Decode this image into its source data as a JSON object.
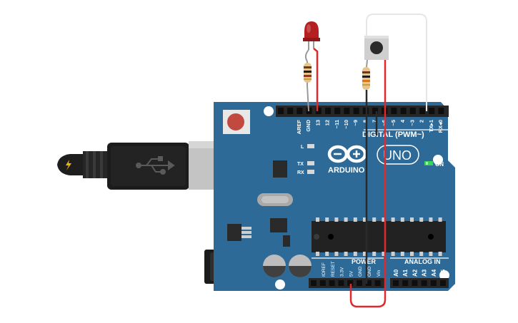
{
  "board": {
    "brand": "ARDUINO",
    "model": "UNO",
    "on_label": "ON",
    "l_label": "L",
    "tx_label": "TX",
    "rx_label": "RX",
    "digital_label": "DIGITAL (PWM~)",
    "power_label": "POWER",
    "analog_label": "ANALOG IN",
    "top_pins": [
      "AREF",
      "GND",
      "13",
      "12",
      "~11",
      "~10",
      "~9",
      "8",
      "7",
      "~6",
      "~5",
      "4",
      "~3",
      "2",
      "TX▸1",
      "RX◂0"
    ],
    "power_pins": [
      "IOREF",
      "RESET",
      "3.3V",
      "5V",
      "GND",
      "GND",
      "Vin"
    ],
    "analog_pins": [
      "A0",
      "A1",
      "A2",
      "A3",
      "A4",
      "A5"
    ]
  },
  "components": {
    "led_color": "#b3201f",
    "wire_red": "#e0292b",
    "wire_black": "#2a2a2a",
    "wire_white": "#e6e6e6",
    "board_color": "#2d6a97",
    "status_led": "#39d353"
  }
}
